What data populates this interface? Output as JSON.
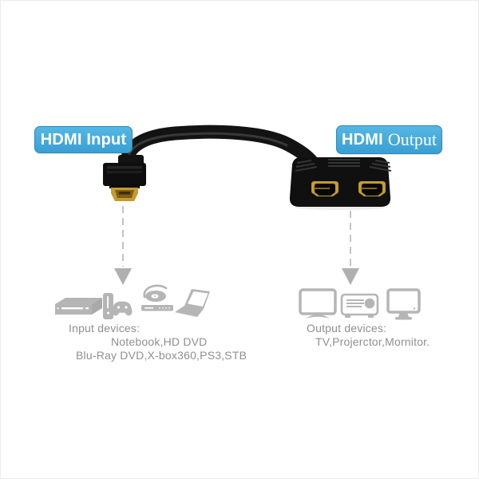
{
  "canvas": {
    "background": "#ffffff",
    "border": "#ececec"
  },
  "labels": {
    "input": {
      "text": "HDMI Input",
      "bg": "#41a8d8",
      "text_color": "#ffffff"
    },
    "output": {
      "word_hdmi": "HDMI",
      "word_output": "Output",
      "bg": "#41a8d8",
      "text_color": "#ffffff"
    }
  },
  "input_devices": {
    "heading": "Input devices:",
    "line1": "Notebook,HD DVD",
    "line2": "Blu-Ray DVD,X-box360,PS3,STB",
    "icons": [
      "dvd-player-icon",
      "game-console-icon",
      "bluray-player-icon",
      "laptop-icon"
    ]
  },
  "output_devices": {
    "heading": "Output devices:",
    "line1": "TV,Projerctor,Mornitor.",
    "icons": [
      "tv-icon",
      "projector-icon",
      "monitor-icon"
    ]
  },
  "product": {
    "parts": [
      "hdmi-male-connector",
      "cable-wire",
      "splitter-body",
      "hdmi-female-port-left",
      "hdmi-female-port-right"
    ],
    "colors": {
      "cable_black": "#131313",
      "connector_gold": "#c59b2f"
    }
  },
  "annotation": {
    "arrow_color": "#b0b0b0",
    "dash_color": "#c4c4c4",
    "caption_color": "#8f8f8f",
    "icon_color": "#b5b5b5"
  }
}
